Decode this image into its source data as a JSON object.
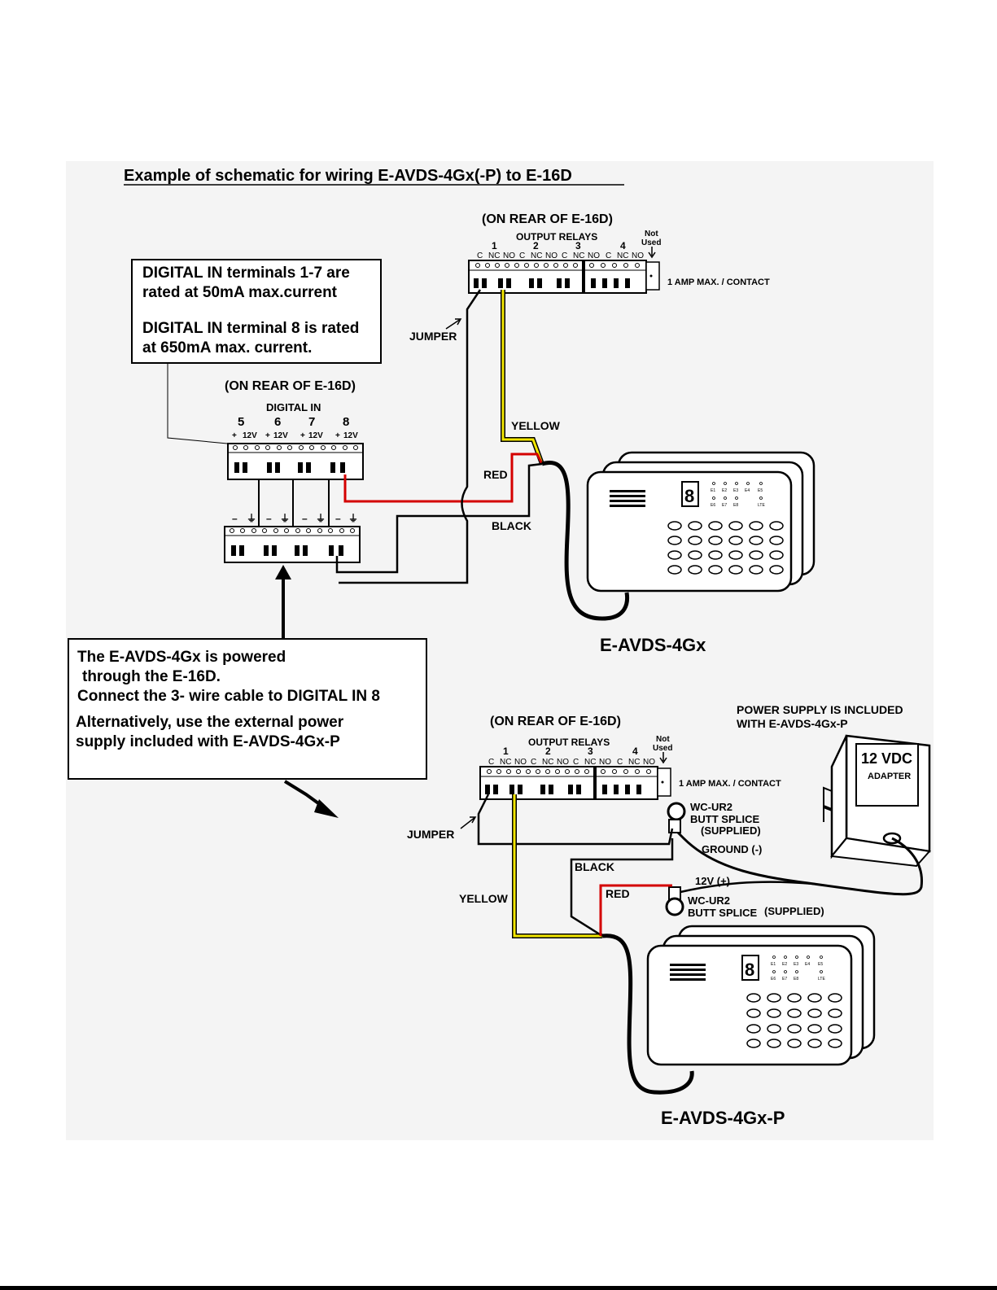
{
  "title": "Example of schematic for wiring E-AVDS-4Gx(-P) to E-16D",
  "note_ratings": {
    "line1": "DIGITAL IN terminals 1-7 are",
    "line2": "rated at 50mA max.current",
    "line3": "DIGITAL IN terminal 8 is rated",
    "line4": "at 650mA max. current."
  },
  "note_power": {
    "line1": "The E-AVDS-4Gx is powered",
    "line2": "through the E-16D.",
    "line3": "Connect the 3- wire cable to DIGITAL IN 8",
    "line4": "Alternatively, use the external power",
    "line5": "supply included with E-AVDS-4Gx-P"
  },
  "top": {
    "relay_header": "(ON REAR OF E-16D)",
    "output_relays": "OUTPUT RELAYS",
    "relay_numbers": [
      "1",
      "2",
      "3",
      "4"
    ],
    "contacts": [
      "C",
      "NC",
      "NO"
    ],
    "not_used_1": "Not",
    "not_used_2": "Used",
    "amp_rating": "1 AMP MAX. / CONTACT",
    "jumper": "JUMPER",
    "digital_header": "(ON REAR OF E-16D)",
    "digital_in": "DIGITAL IN",
    "digital_numbers": [
      "5",
      "6",
      "7",
      "8"
    ],
    "plus": "+",
    "twelve_v": "12V",
    "minus": "–",
    "ground": "⏚",
    "wire_yellow": "YELLOW",
    "wire_red": "RED",
    "wire_black": "BLACK",
    "device_name": "E-AVDS-4Gx"
  },
  "bottom": {
    "relay_header": "(ON REAR OF E-16D)",
    "output_relays": "OUTPUT RELAYS",
    "relay_numbers": [
      "1",
      "2",
      "3",
      "4"
    ],
    "not_used_1": "Not",
    "not_used_2": "Used",
    "amp_rating": "1 AMP MAX. / CONTACT",
    "jumper": "JUMPER",
    "wire_yellow": "YELLOW",
    "wire_red": "RED",
    "wire_black": "BLACK",
    "psu_note_1": "POWER SUPPLY IS INCLUDED",
    "psu_note_2": "WITH E-AVDS-4Gx-P",
    "adapter_voltage": "12 VDC",
    "adapter_label": "ADAPTER",
    "splice_1a": "WC-UR2",
    "splice_1b": "BUTT SPLICE",
    "splice_1c": "(SUPPLIED)",
    "ground_label": "GROUND (-)",
    "plus12_label": "12V (+)",
    "splice_2a": "WC-UR2",
    "splice_2b": "BUTT SPLICE",
    "splice_2c": "(SUPPLIED)",
    "device_name": "E-AVDS-4Gx-P"
  },
  "device_panel": {
    "zones_top": [
      "E1",
      "E2",
      "E3",
      "E4",
      "E5"
    ],
    "zones_bottom": [
      "E6",
      "E7",
      "E8",
      "LTE"
    ]
  },
  "colors": {
    "wire_yellow": "#f2e600",
    "wire_red": "#d40000",
    "wire_black": "#000000",
    "panel_bg": "#f4f4f4"
  }
}
